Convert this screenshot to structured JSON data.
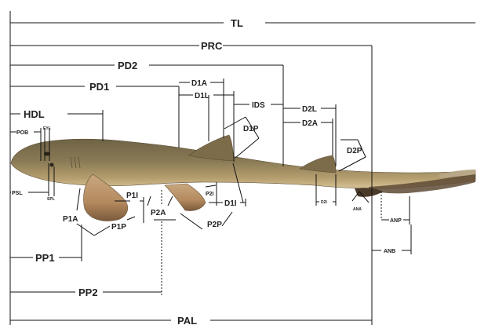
{
  "labels": {
    "tl": "TL",
    "prc": "PRC",
    "pd2": "PD2",
    "pd1": "PD1",
    "d1a": "D1A",
    "d1l": "D1L",
    "ids": "IDS",
    "d2l": "D2L",
    "d2a": "D2A",
    "hdl": "HDL",
    "pob": "POB",
    "eyl": "EYL",
    "d1p": "D1P",
    "d2p": "D2P",
    "psl": "PSL",
    "spl": "SPL",
    "p1i": "P1I",
    "p2i": "P2I",
    "d1i": "D1I",
    "p1a": "P1A",
    "p1p": "P1P",
    "p2a": "P2A",
    "p2p": "P2P",
    "d2i": "D2I",
    "ana": "ANA",
    "anp": "ANP",
    "anb": "ANB",
    "pp1": "PP1",
    "pp2": "PP2",
    "pal": "PAL"
  },
  "colors": {
    "line": "#111111",
    "shark_body": "#8a7a55",
    "shark_belly": "#c9b48a",
    "fin": "#a88a60"
  }
}
